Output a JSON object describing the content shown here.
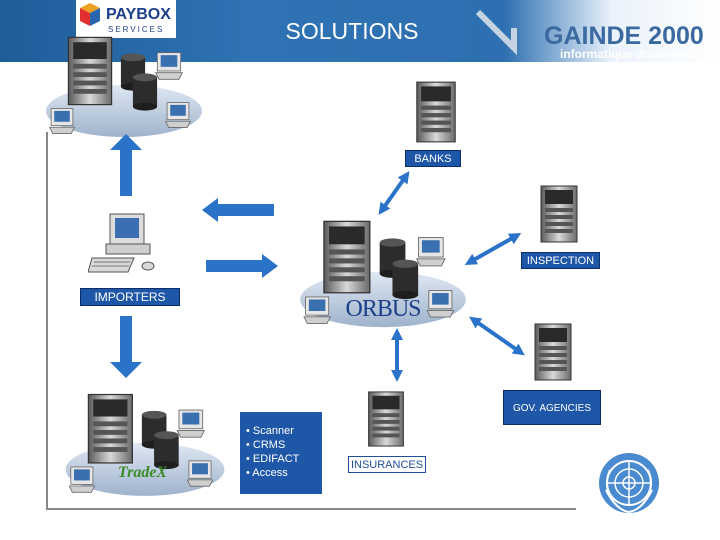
{
  "header": {
    "title": "SOLUTIONS",
    "paybox_logo": {
      "line1": "PAYBOX",
      "line2": "SERVICES"
    },
    "gainde_logo": {
      "name": "GAINDE 2000",
      "tagline": "informatique douanière"
    }
  },
  "nodes": {
    "importers": "IMPORTERS",
    "banks": "BANKS",
    "inspection": "INSPECTION",
    "gov_agencies": "GOV. AGENCIES",
    "insurances": "INSURANCES",
    "orbus": "ORBUS",
    "tradex": "TradeX"
  },
  "features": [
    "• Scanner",
    "• CRMS",
    "• EDIFACT",
    "• Access"
  ],
  "colors": {
    "accent": "#1f57a8",
    "header": "#2f73b4",
    "arrow": "#2b73c8",
    "tradex_green": "#3b8a2a"
  }
}
